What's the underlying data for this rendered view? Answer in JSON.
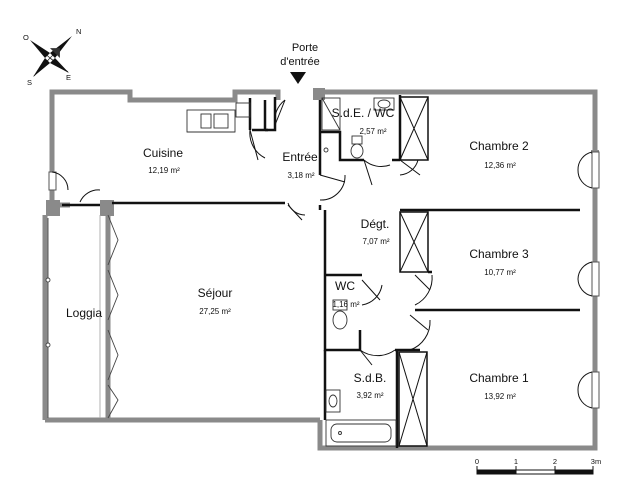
{
  "compass": {
    "labels": {
      "n": "N",
      "o": "O",
      "s": "S",
      "e": "E"
    }
  },
  "entrance": {
    "line1": "Porte",
    "line2": "d'entrée"
  },
  "rooms": [
    {
      "id": "cuisine",
      "name": "Cuisine",
      "area": "12,19 m²"
    },
    {
      "id": "entree",
      "name": "Entrée",
      "area": "3,18 m²"
    },
    {
      "id": "sde-wc",
      "name": "S.d.E. / WC",
      "area": "2,57 m²"
    },
    {
      "id": "chambre2",
      "name": "Chambre 2",
      "area": "12,36 m²"
    },
    {
      "id": "degt",
      "name": "Dégt.",
      "area": "7,07 m²"
    },
    {
      "id": "chambre3",
      "name": "Chambre 3",
      "area": "10,77 m²"
    },
    {
      "id": "wc",
      "name": "WC",
      "area": "1,16 m²"
    },
    {
      "id": "sejour",
      "name": "Séjour",
      "area": "27,25 m²"
    },
    {
      "id": "loggia",
      "name": "Loggia",
      "area": ""
    },
    {
      "id": "sdb",
      "name": "S.d.B.",
      "area": "3,92 m²"
    },
    {
      "id": "chambre1",
      "name": "Chambre 1",
      "area": "13,92 m²"
    }
  ],
  "scale": {
    "ticks": [
      "0",
      "1",
      "2",
      "3m"
    ]
  }
}
